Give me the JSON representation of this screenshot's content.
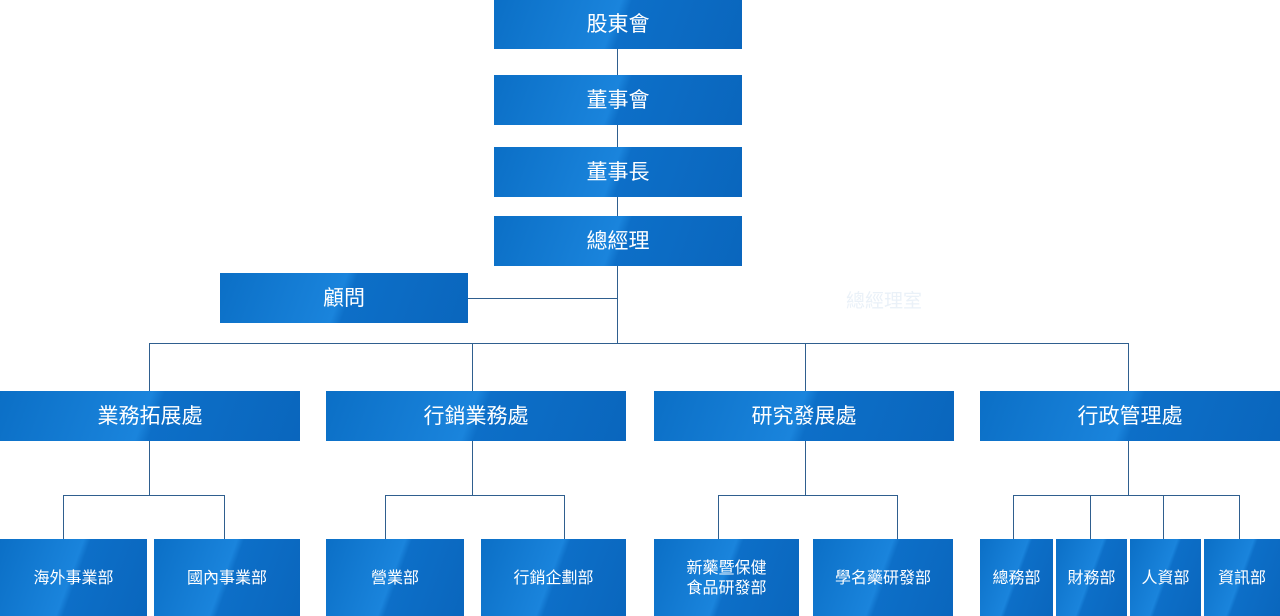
{
  "top": {
    "shareholders": "股東會",
    "board": "董事會",
    "chairman": "董事長",
    "gm": "總經理"
  },
  "advisor": "顧問",
  "gm_office": "總經理室",
  "divisions": {
    "business_dev": "業務拓展處",
    "marketing": "行銷業務處",
    "rnd": "研究發展處",
    "admin": "行政管理處"
  },
  "departments": {
    "overseas": "海外事業部",
    "domestic": "國內事業部",
    "sales": "營業部",
    "marketing_planning": "行銷企劃部",
    "new_drug_line1": "新藥暨保健",
    "new_drug_line2": "食品研發部",
    "generic": "學名藥研發部",
    "general_affairs": "總務部",
    "finance": "財務部",
    "hr": "人資部",
    "it": "資訊部"
  }
}
